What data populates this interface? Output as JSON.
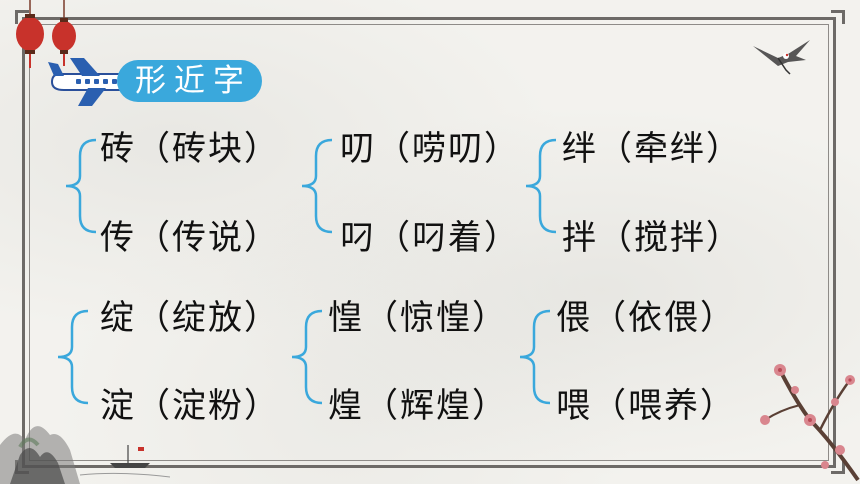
{
  "title": "形近字",
  "groups": [
    {
      "top": "砖（砖块）",
      "bottom": "传（传说）"
    },
    {
      "top": "叨（唠叨）",
      "bottom": "叼（叼着）"
    },
    {
      "top": "绊（牵绊）",
      "bottom": "拌（搅拌）"
    },
    {
      "top": "绽（绽放）",
      "bottom": "淀（淀粉）"
    },
    {
      "top": "惶（惊惶）",
      "bottom": "煌（辉煌）"
    },
    {
      "top": "偎（依偎）",
      "bottom": "喂（喂养）"
    }
  ],
  "colors": {
    "title_bg": "#3aa8dc",
    "frame": "#6d6a67",
    "brace": "#3aa8dc",
    "lantern": "#c8322b"
  }
}
